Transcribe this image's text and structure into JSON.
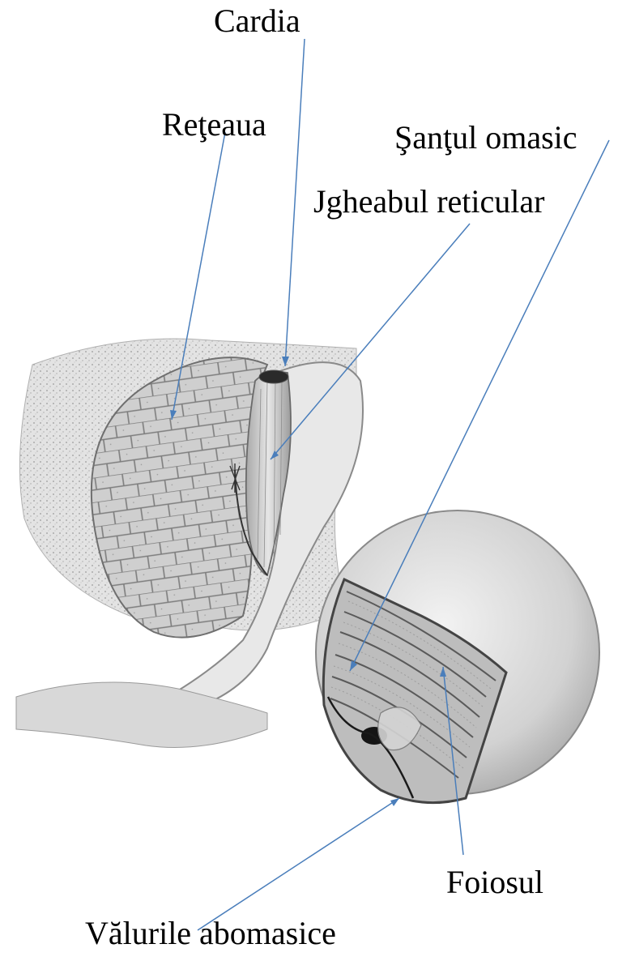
{
  "labels": {
    "cardia": "Cardia",
    "reteaua": "Reţeaua",
    "santul_omasic": "Şanţul omasic",
    "jgheabul_reticular": "Jgheabul reticular",
    "foiosul": "Foiosul",
    "valurile_abomasice": "Vălurile abomasice"
  },
  "colors": {
    "leader_line": "#4a7ebb",
    "text": "#000000",
    "mucosa_light": "#e2e2e2",
    "mucosa_mid": "#c9c9c9",
    "mucosa_dark": "#8c8c8c"
  }
}
